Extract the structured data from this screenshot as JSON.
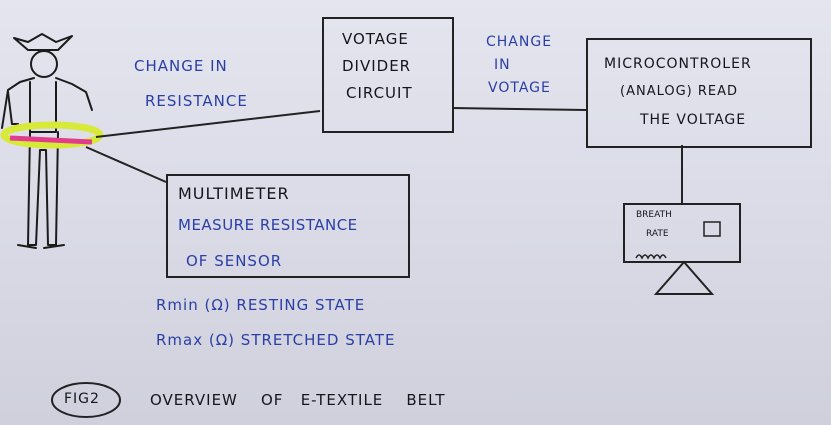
{
  "labels": {
    "change_resistance": [
      "CHANGE  IN",
      "RESISTANCE"
    ],
    "divider_box": [
      "VOTAGE",
      "DIVIDER",
      "CIRCUIT"
    ],
    "change_voltage": [
      "CHANGE",
      "IN",
      "VOTAGE"
    ],
    "micro_box": [
      "MICROCONTROLER",
      "(ANALOG) READ",
      "THE  VOLTAGE"
    ],
    "multimeter_title": "MULTIMETER",
    "multimeter_lines": [
      "MEASURE  RESISTANCE",
      "OF  SENSOR"
    ],
    "r_min": "Rmin (Ω) RESTING  STATE",
    "r_max": "Rmax (Ω) STRETCHED  STATE",
    "monitor_lines": [
      "BREATH",
      "RATE"
    ],
    "figure_label": "FIG2",
    "caption": "OVERVIEW    OF   E-TEXTILE    BELT"
  },
  "colors": {
    "ink_blue": "#2a3fa6",
    "ink_black": "#15161c",
    "belt_yellow": "#d7ea3a",
    "belt_pink": "#e23c8c"
  }
}
